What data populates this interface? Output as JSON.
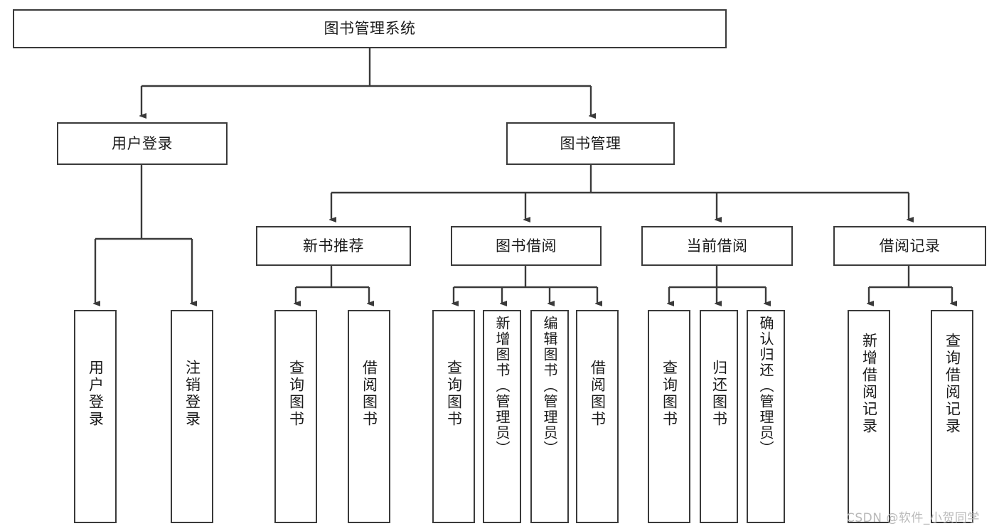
{
  "diagram": {
    "title_node": {
      "label": "图书管理系统"
    },
    "level2": [
      {
        "label": "用户登录"
      },
      {
        "label": "图书管理"
      }
    ],
    "level3": [
      {
        "label": "新书推荐"
      },
      {
        "label": "图书借阅"
      },
      {
        "label": "当前借阅"
      },
      {
        "label": "借阅记录"
      }
    ],
    "leaves": [
      {
        "label": "用户登录"
      },
      {
        "label": "注销登录"
      },
      {
        "label": "查询图书"
      },
      {
        "label": "借阅图书"
      },
      {
        "label": "查询图书"
      },
      {
        "label": "新增图书（管理员）"
      },
      {
        "label": "编辑图书（管理员）"
      },
      {
        "label": "借阅图书"
      },
      {
        "label": "查询图书"
      },
      {
        "label": "归还图书"
      },
      {
        "label": "确认归还（管理员）"
      },
      {
        "label": "新增借阅记录"
      },
      {
        "label": "查询借阅记录"
      }
    ],
    "watermark": "CSDN @软件_小贺同学",
    "colors": {
      "border": "#3a3a3a",
      "text": "#1b1b1b",
      "background": "#ffffff",
      "watermark": "#b9b9b9"
    }
  }
}
